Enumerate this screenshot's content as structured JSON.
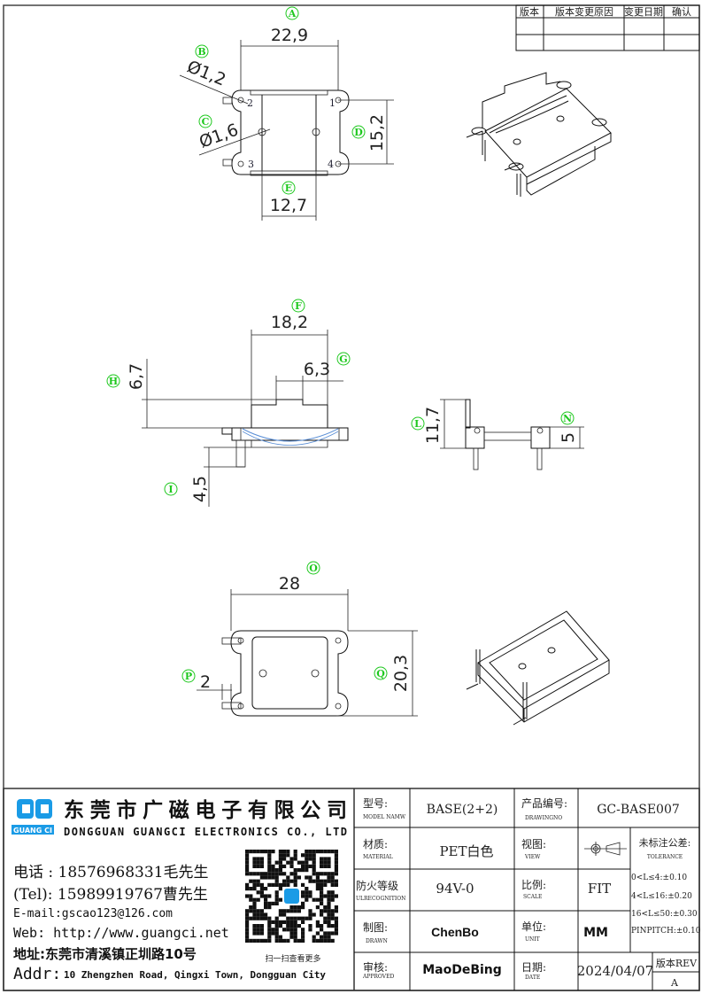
{
  "revision_table": {
    "headers": [
      "版本",
      "版本变更原因",
      "变更日期",
      "确认"
    ]
  },
  "top_view": {
    "label_a": "A",
    "dim_a": "22,9",
    "label_b": "B",
    "dim_b": "Ø1,2",
    "label_c": "C",
    "dim_c": "Ø1,6",
    "label_d": "D",
    "dim_d": "15,2",
    "label_e": "E",
    "dim_e": "12,7",
    "pins": [
      "1",
      "2",
      "3",
      "4"
    ]
  },
  "front_view": {
    "label_f": "F",
    "dim_f": "18,2",
    "label_g": "G",
    "dim_g": "6,3",
    "label_h": "H",
    "dim_h": "6,7",
    "label_i": "I",
    "dim_i": "4,5"
  },
  "side_view": {
    "label_l": "L",
    "dim_l": "11,7",
    "label_n": "N",
    "dim_n": "5"
  },
  "bottom_view": {
    "label_o": "O",
    "dim_o": "28",
    "label_p": "P",
    "dim_p": "2",
    "label_q": "Q",
    "dim_q": "20,3"
  },
  "company": {
    "logo_text": "GUANG CI",
    "name_cn": "东莞市广磁电子有限公司",
    "name_en": "DONGGUAN GUANGCI ELECTRONICS CO., LTD",
    "tel1": "电话 : 18576968331毛先生",
    "tel2": "(Tel): 15989919767曹先生",
    "email": "E-mail:gscao123@126.com",
    "web": "Web: http://www.guangci.net",
    "addr_cn": "地址:东莞市清溪镇正圳路10号",
    "addr_en_prefix": "Addr:",
    "addr_en": "10 Zhengzhen Road, Qingxi Town, Dongguan City",
    "qr_caption": "扫一扫查看更多"
  },
  "title_block": {
    "model_label": "型号:",
    "model_label_en": "MODEL NAMW",
    "model_value": "BASE(2+2)",
    "drawing_no_label": "产品编号:",
    "drawing_no_label_en": "DRAWINGNO",
    "drawing_no_value": "GC-BASE007",
    "material_label": "材质:",
    "material_label_en": "MATERIAL",
    "material_value": "PET白色",
    "view_label": "视图:",
    "view_label_en": "VIEW",
    "tolerance_label": "未标注公差:",
    "tolerance_label_en": "TOLERANCE",
    "tolerances": [
      "0<L≤4:±0.10",
      "4<L≤16:±0.20",
      "16<L≤50:±0.30",
      "PINPITCH:±0.10"
    ],
    "flame_label": "防火等级",
    "flame_label_en": "ULRECOGNITION",
    "flame_value": "94V-0",
    "scale_label": "比例:",
    "scale_label_en": "SCALE",
    "scale_value": "FIT",
    "drawn_label": "制图:",
    "drawn_label_en": "DRAWN",
    "drawn_value": "ChenBo",
    "unit_label": "单位:",
    "unit_label_en": "UNIT",
    "unit_value": "MM",
    "approved_label": "审核:",
    "approved_label_en": "APPROVED",
    "approved_value": "MaoDeBing",
    "date_label": "日期:",
    "date_label_en": "DATE",
    "date_value": "2024/04/07",
    "rev_label": "版本REV",
    "rev_value": "A"
  },
  "colors": {
    "label_green": "#1ec81e",
    "logo_blue": "#1a9be6",
    "arc_blue": "#5b8fd6"
  }
}
